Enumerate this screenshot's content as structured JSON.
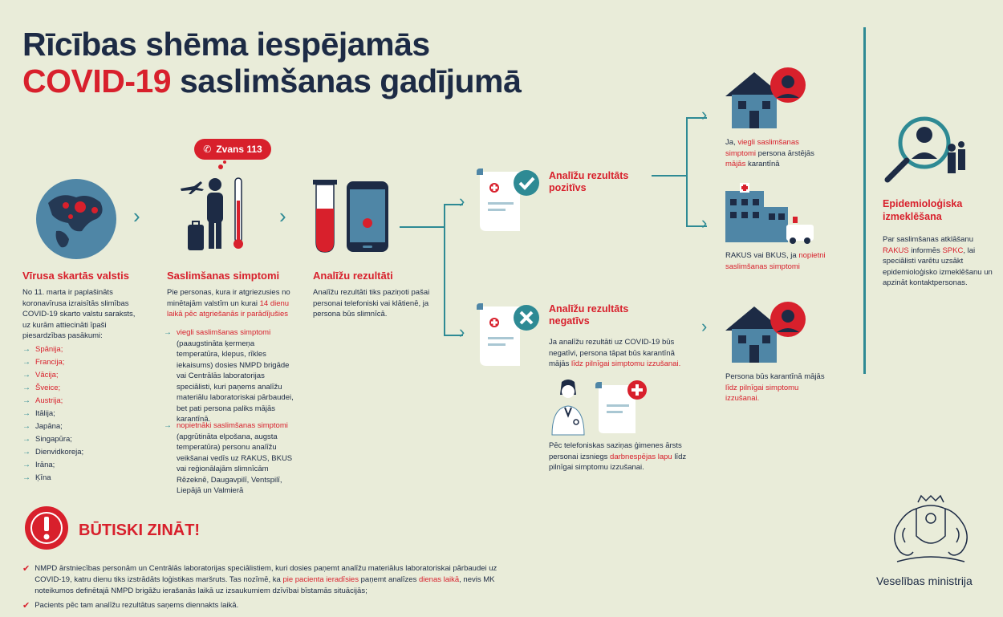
{
  "title": {
    "line1": "Rīcības shēma iespējamās",
    "line2_red": "COVID-19",
    "line2_rest": " saslimšanas gadījumā"
  },
  "call_pill": "Zvans 113",
  "col1": {
    "heading": "Vīrusa skartās valstis",
    "text": "No 11. marta ir paplašināts koronavīrusa izraisītās slimības COVID-19 skarto valstu saraksts, uz kurām attiecināti īpaši piesardzības pasākumi:",
    "countries": [
      {
        "name": "Spānija;",
        "hl": true
      },
      {
        "name": "Francija;",
        "hl": true
      },
      {
        "name": "Vācija;",
        "hl": true
      },
      {
        "name": "Šveice;",
        "hl": true
      },
      {
        "name": "Austrija;",
        "hl": true
      },
      {
        "name": "Itālija;",
        "hl": false
      },
      {
        "name": "Japāna;",
        "hl": false
      },
      {
        "name": "Singapūra;",
        "hl": false
      },
      {
        "name": "Dienvidkoreja;",
        "hl": false
      },
      {
        "name": "Irāna;",
        "hl": false
      },
      {
        "name": "Ķīna",
        "hl": false
      }
    ]
  },
  "col2": {
    "heading": "Saslimšanas simptomi",
    "intro_a": "Pie personas, kura ir atgriezusies no minētajām valstīm un kurai ",
    "intro_hl": "14 dienu laikā pēc atgriešanās ir parādījušies",
    "mild_hl": "viegli saslimšanas simptomi",
    "mild_text": "(paaugstināta ķermeņa temperatūra, klepus, rīkles iekaisums) dosies NMPD brigāde vai Centrālās laboratorijas speciālisti, kuri paņems analīžu materiālu laboratoriskai pārbaudei, bet pati persona paliks mājās karantīnā.",
    "severe_hl": "nopietnāki saslimšanas simptomi",
    "severe_text": "(apgrūtināta elpošana, augsta temperatūra) personu analīžu veikšanai vedīs uz RAKUS, BKUS vai reģionālajām slimnīcām Rēzeknē, Daugavpilī, Ventspilī, Liepājā un Valmierā"
  },
  "col3": {
    "heading": "Analīžu rezultāti",
    "text": "Analīžu rezultāti tiks paziņoti pašai personai telefoniski vai klātienē, ja persona būs slimnīcā."
  },
  "positive": {
    "heading_l1": "Analīžu rezultāts",
    "heading_l2": "pozitīvs"
  },
  "negative": {
    "heading_l1": "Analīžu rezultāts",
    "heading_l2": "negatīvs",
    "text_a": "Ja analīžu rezultāti uz COVID-19 būs negatīvi, persona tāpat būs karantīnā mājās ",
    "text_hl": "līdz pilnīgai simptomu izzušanai."
  },
  "doctor_note": {
    "text_a": "Pēc telefoniskas saziņas ģimenes ārsts personai izsniegs ",
    "text_hl": "darbnespējas lapu",
    "text_b": " līdz pilnīgai simptomu izzušanai."
  },
  "home_mild": {
    "a": "Ja, ",
    "hl1": "viegli saslimšanas simptomi",
    "b": " persona ārstējās ",
    "hl2": "mājās",
    "c": " karantīnā"
  },
  "hospital": {
    "a": "RAKUS vai BKUS, ja ",
    "hl": "nopietni saslimšanas simptomi"
  },
  "home_negative": {
    "a": "Persona būs karantīnā mājās ",
    "hl": "līdz pilnīgai simptomu izzušanai."
  },
  "epi": {
    "heading_l1": "Epidemioloģiska",
    "heading_l2": "izmeklēšana",
    "a": "Par saslimšanas atklāšanu ",
    "hl1": "RAKUS",
    "b": " informēs ",
    "hl2": "SPKC",
    "c": ", lai speciālisti varētu uzsākt epidemioloģisko izmeklēšanu un apzināt kontaktpersonas."
  },
  "important": {
    "heading": "BŪTISKI ZINĀT!",
    "note1_a": "NMPD ārstniecības personām un Centrālās laboratorijas speciālistiem, kuri dosies paņemt analīžu materiālus laboratoriskai pārbaudei uz COVID-19, katru dienu tiks izstrādāts loģistikas maršruts. Tas nozīmē, ka ",
    "note1_hl1": "pie pacienta ieradīsies",
    "note1_b": " paņemt analīzes ",
    "note1_hl2": "dienas laikā",
    "note1_c": ", nevis MK noteikumos definētajā NMPD brigāžu ierašanās laikā uz izsaukumiem dzīvībai bīstamās situācijās;",
    "note2": "Pacients pēc tam analīžu rezultātus saņems diennakts laikā."
  },
  "ministry": "Veselības ministrija",
  "colors": {
    "background": "#e9ecd9",
    "navy": "#1d2b45",
    "red": "#d8202c",
    "teal": "#2e8a94",
    "blue": "#4f86a6"
  }
}
